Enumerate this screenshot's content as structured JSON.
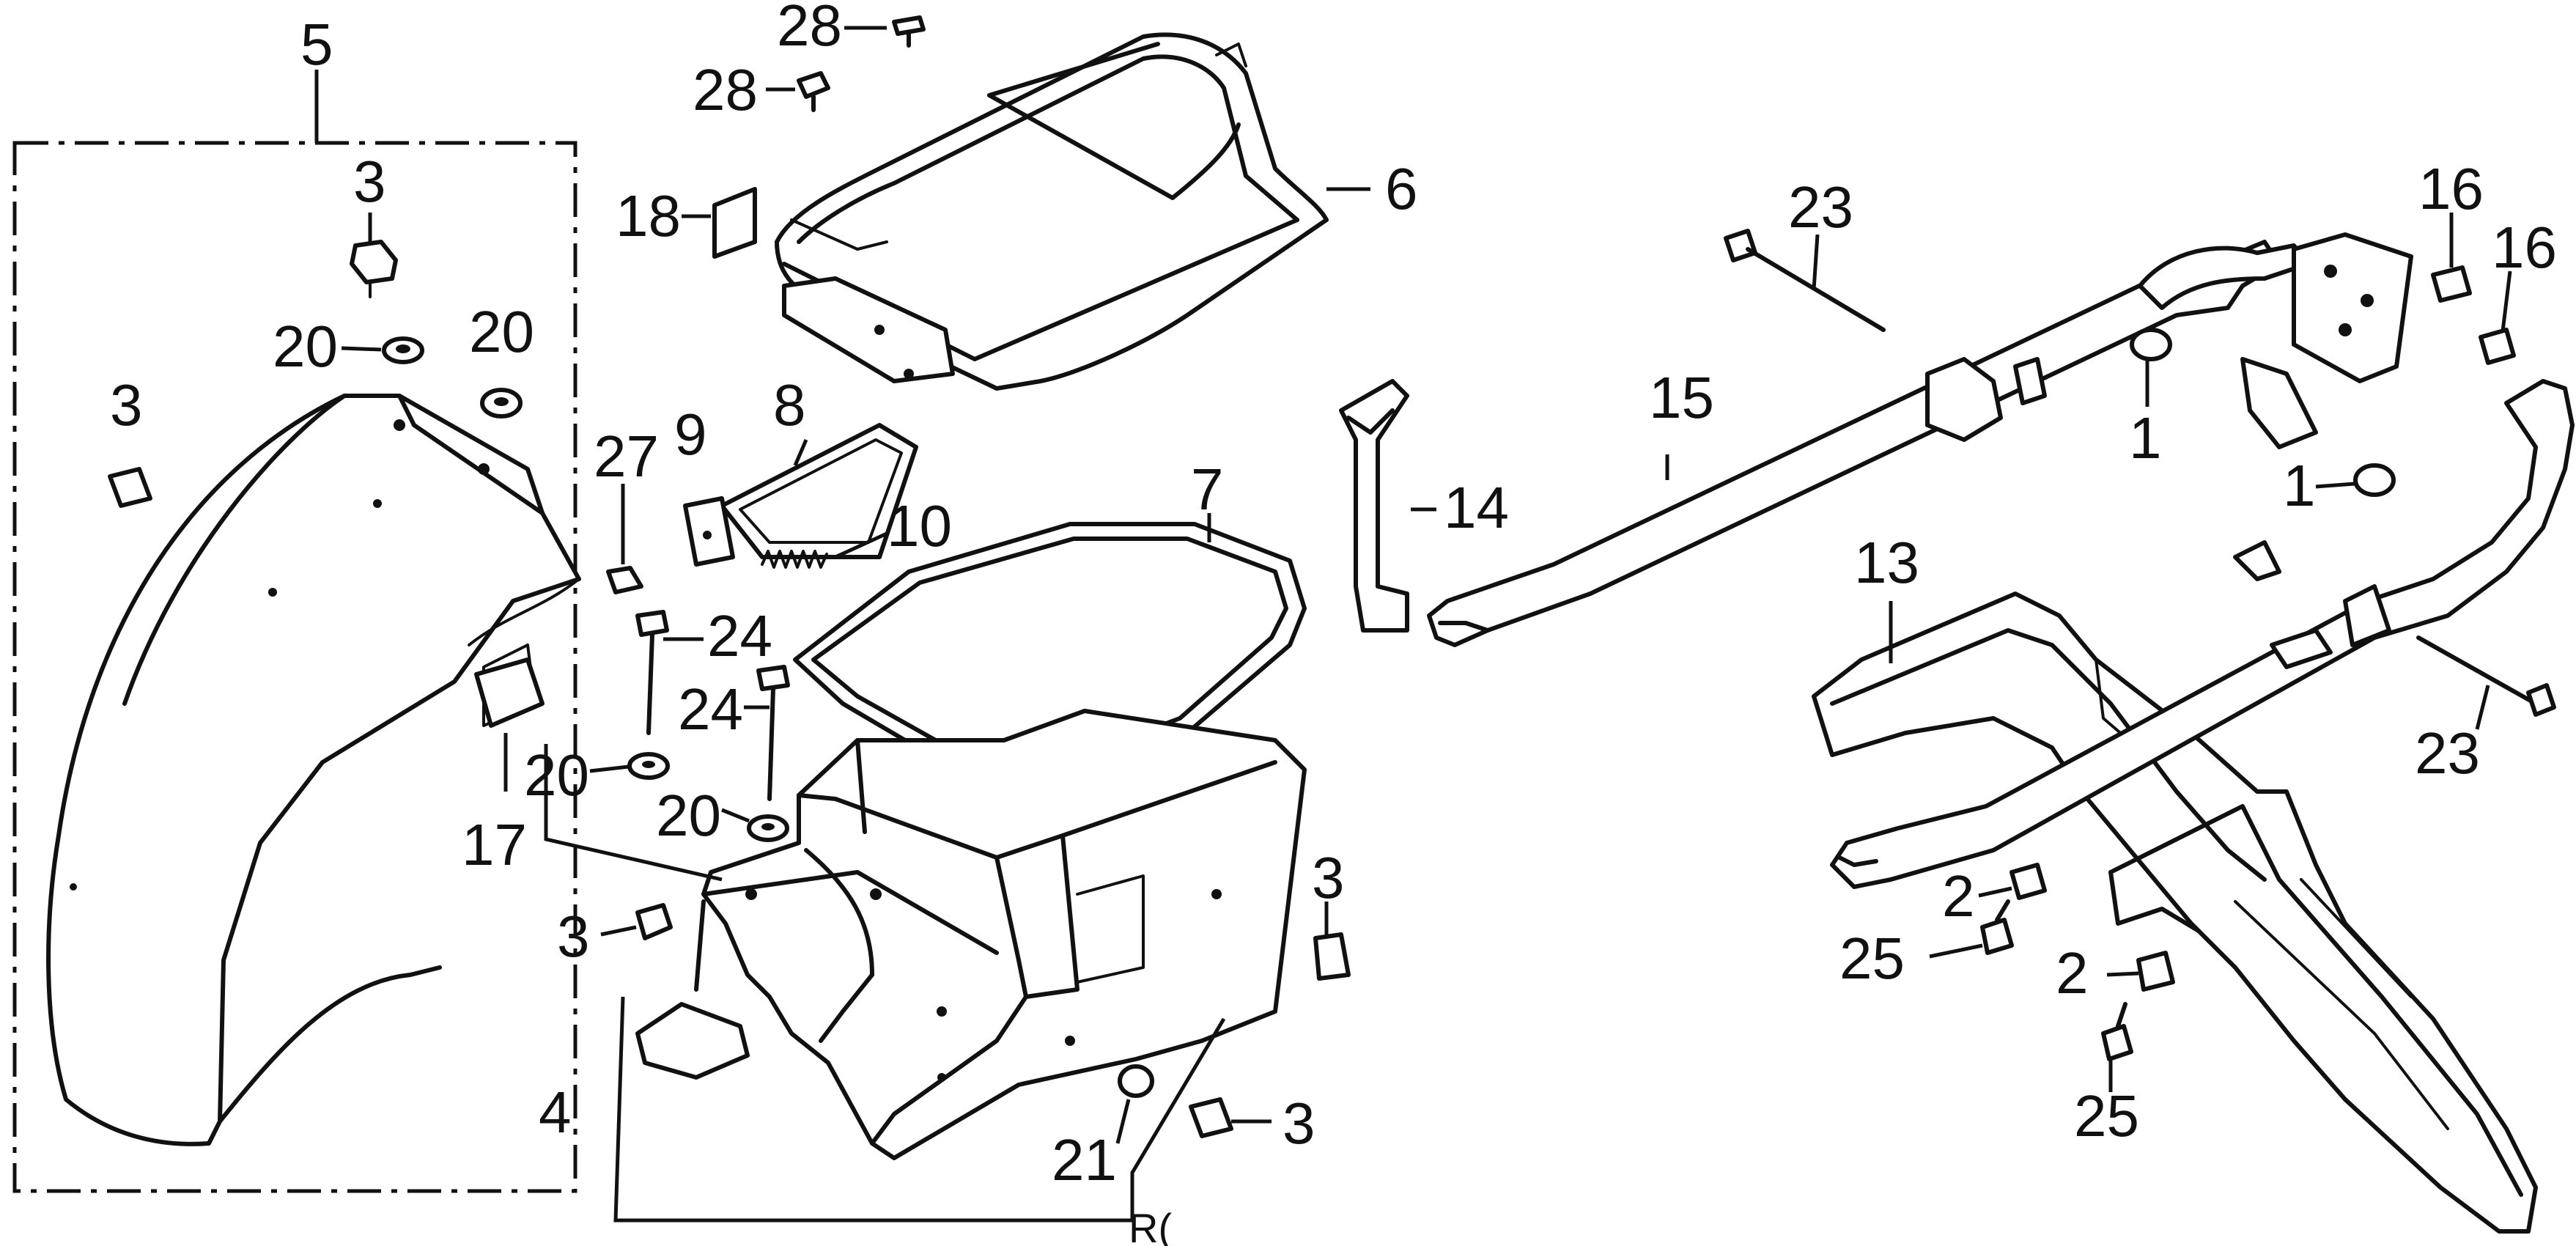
{
  "callouts": {
    "c1a": "1",
    "c1b": "1",
    "c2a": "2",
    "c2b": "2",
    "c3a": "3",
    "c3b": "3",
    "c3c": "3",
    "c3d": "3",
    "c3e": "3",
    "c4": "4",
    "c5": "5",
    "c6": "6",
    "c7": "7",
    "c8": "8",
    "c9": "9",
    "c10": "10",
    "c13": "13",
    "c14": "14",
    "c15": "15",
    "c16a": "16",
    "c16b": "16",
    "c17": "17",
    "c18": "18",
    "c20a": "20",
    "c20b": "20",
    "c20c": "20",
    "c20d": "20",
    "c21": "21",
    "c23a": "23",
    "c23b": "23",
    "c24a": "24",
    "c24b": "24",
    "c25a": "25",
    "c25b": "25",
    "c27": "27",
    "c28a": "28",
    "c28b": "28"
  },
  "fragment_text": "R("
}
